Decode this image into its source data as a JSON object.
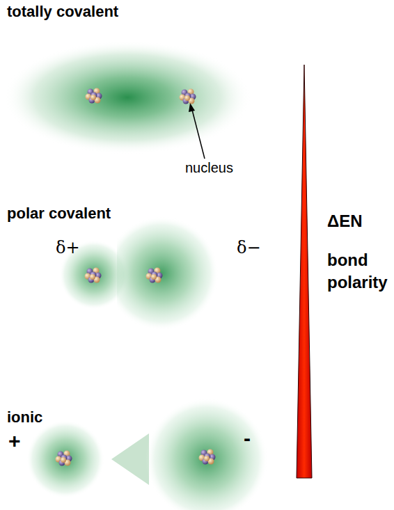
{
  "diagram": {
    "labels": [
      "totally covalent",
      "nucleus",
      "polar covalent",
      "δ+",
      "δ−",
      "ionic",
      "+",
      "-",
      "ΔEN",
      "bond polarity"
    ]
  }
}
